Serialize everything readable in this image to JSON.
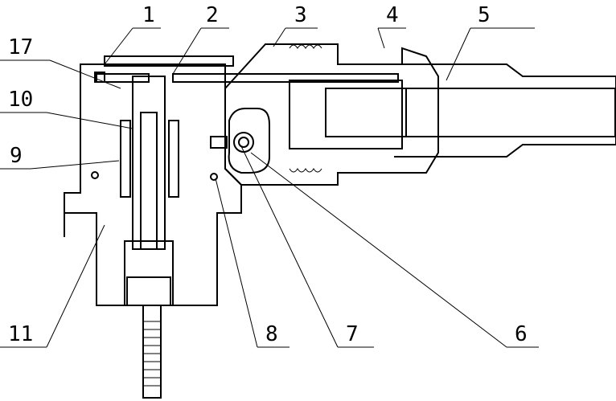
{
  "figure": {
    "labels": [
      {
        "id": "1",
        "text": "1"
      },
      {
        "id": "2",
        "text": "2"
      },
      {
        "id": "3",
        "text": "3"
      },
      {
        "id": "4",
        "text": "4"
      },
      {
        "id": "5",
        "text": "5"
      },
      {
        "id": "17",
        "text": "17"
      },
      {
        "id": "10",
        "text": "10"
      },
      {
        "id": "9",
        "text": "9"
      },
      {
        "id": "11",
        "text": "11"
      },
      {
        "id": "8",
        "text": "8"
      },
      {
        "id": "7",
        "text": "7"
      },
      {
        "id": "6",
        "text": "6"
      }
    ]
  }
}
